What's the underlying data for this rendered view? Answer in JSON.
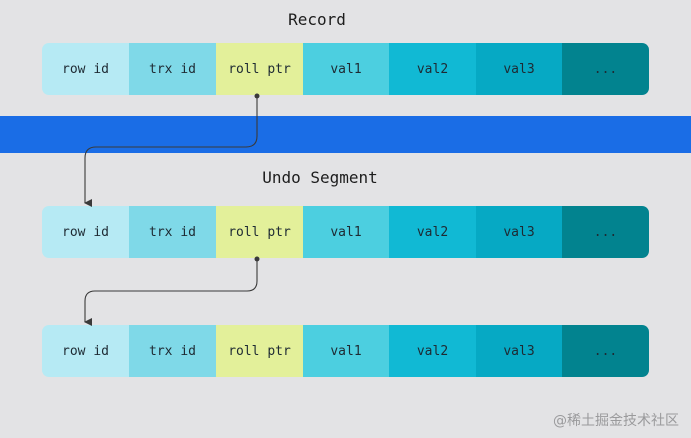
{
  "titles": {
    "record": "Record",
    "undo_segment": "Undo Segment"
  },
  "colors": {
    "background": "#e3e3e5",
    "band": "#1a6de6",
    "row_id": "#b6eaf4",
    "trx_id": "#7fd9e8",
    "roll_ptr": "#e3f09a",
    "val1": "#4ccfe0",
    "val2": "#11b9d4",
    "val3": "#06a9c4",
    "ellipsis": "#02838f",
    "arrow": "#3a3a3a"
  },
  "cells": [
    "row id",
    "trx id",
    "roll ptr",
    "val1",
    "val2",
    "val3",
    "..."
  ],
  "rows": [
    {
      "name": "record-row",
      "cells": [
        "row id",
        "trx id",
        "roll ptr",
        "val1",
        "val2",
        "val3",
        "..."
      ]
    },
    {
      "name": "undo-row-1",
      "cells": [
        "row id",
        "trx id",
        "roll ptr",
        "val1",
        "val2",
        "val3",
        "..."
      ]
    },
    {
      "name": "undo-row-2",
      "cells": [
        "row id",
        "trx id",
        "roll ptr",
        "val1",
        "val2",
        "val3",
        "..."
      ]
    }
  ],
  "watermark": "@稀土掘金技术社区"
}
